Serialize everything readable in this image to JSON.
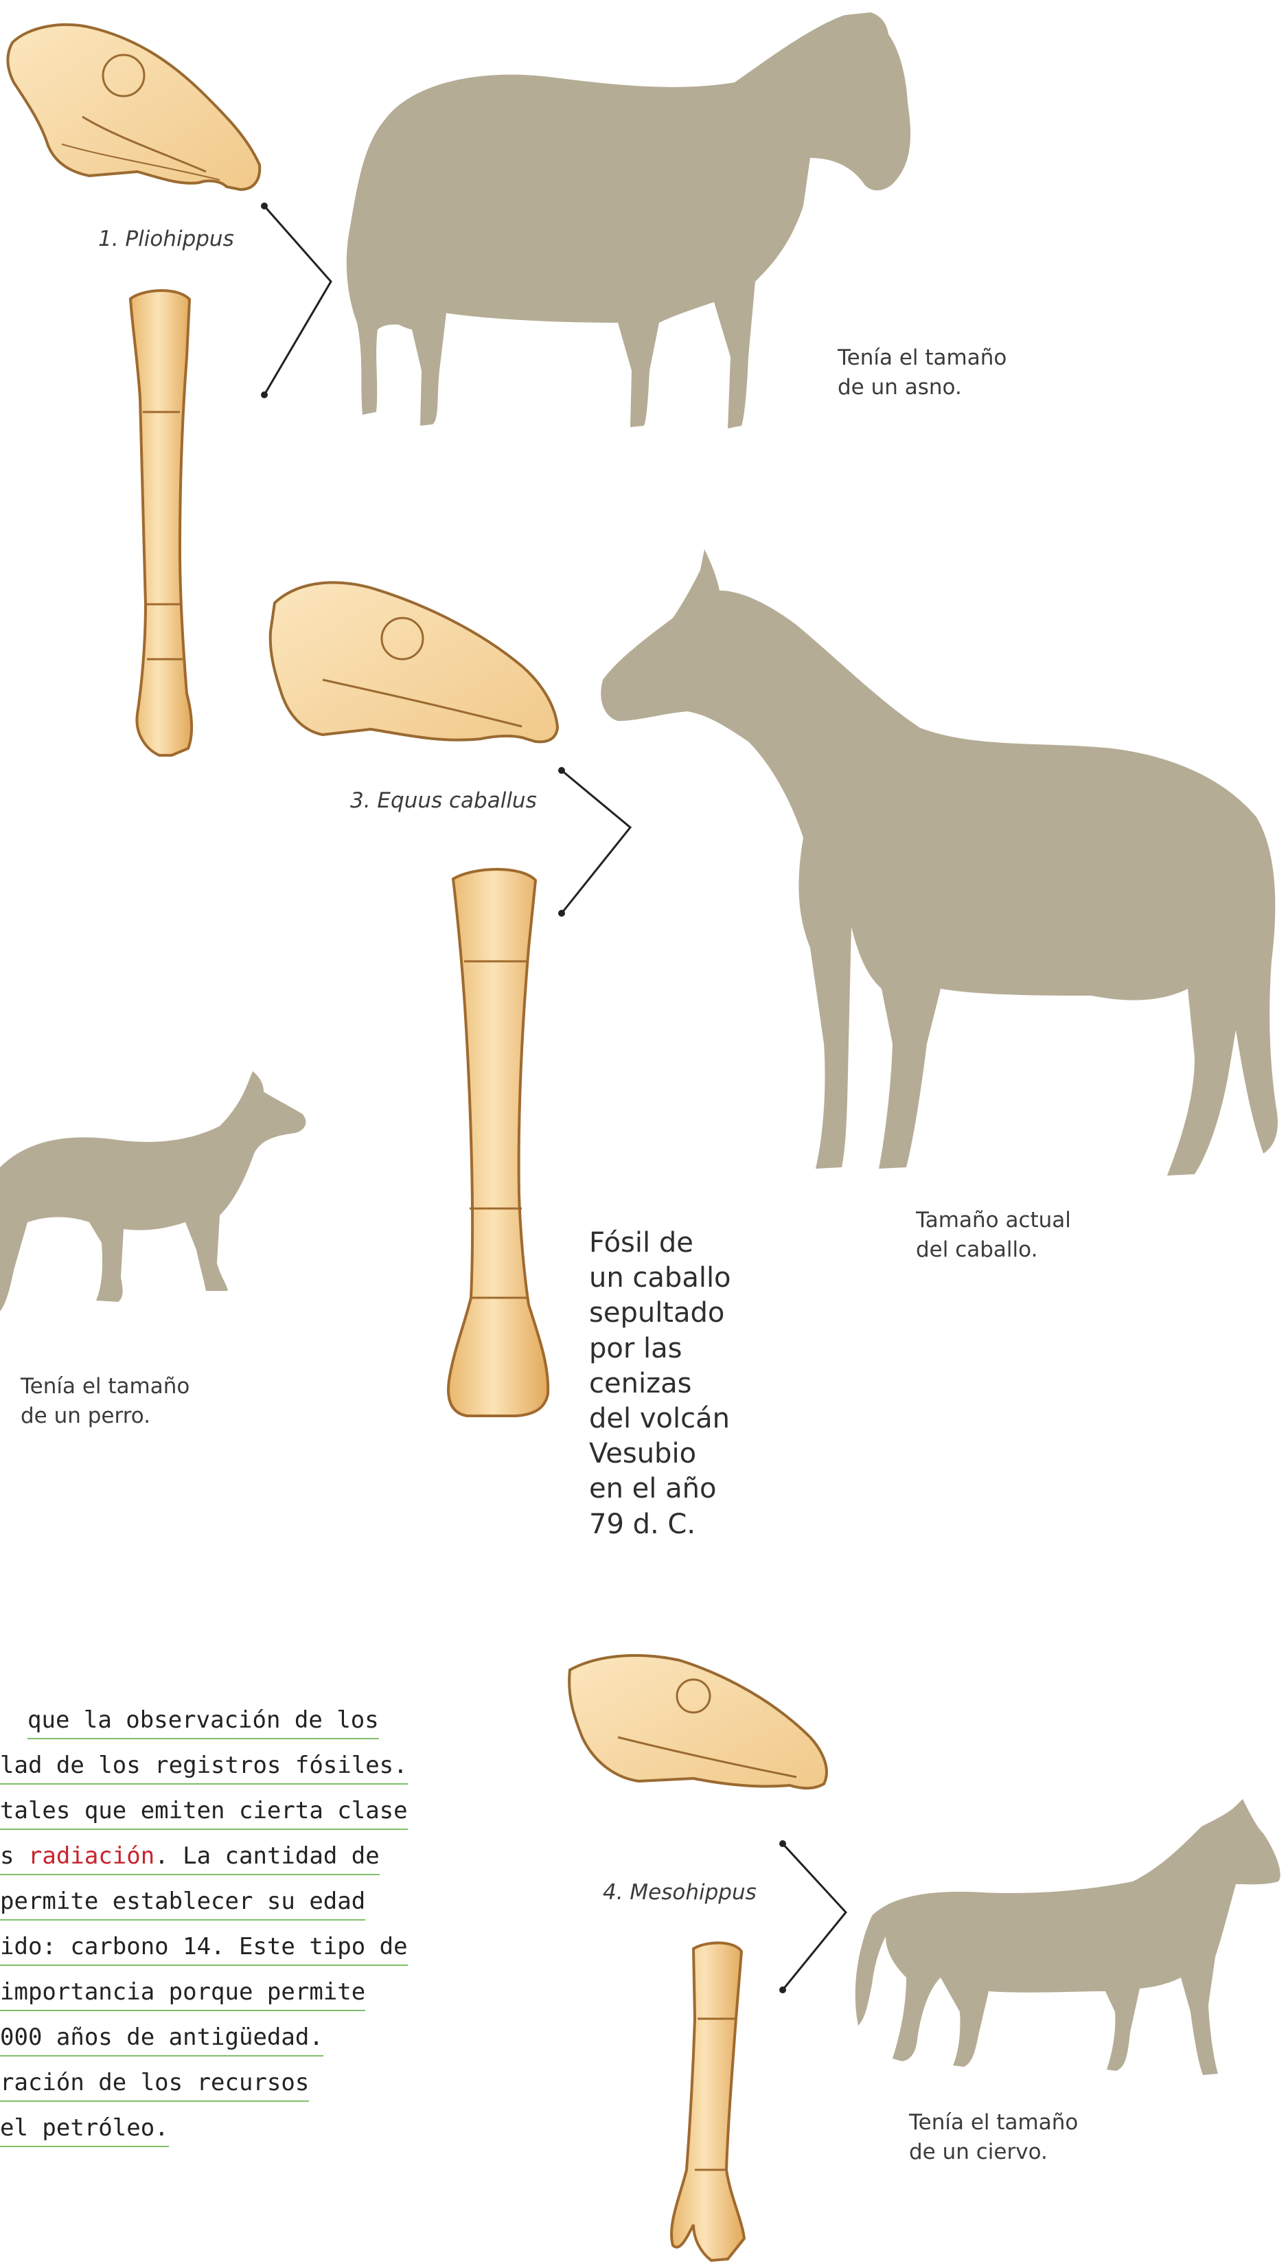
{
  "labels": {
    "pliohippus": "1. Pliohippus",
    "equus": "3. Equus caballus",
    "mesohippus": "4. Mesohippus"
  },
  "captions": {
    "asno_1": "Tenía el tamaño",
    "asno_2": "de un asno.",
    "actual_1": "Tamaño actual",
    "actual_2": "del caballo.",
    "perro_1": "Tenía el tamaño",
    "perro_2": "de un perro.",
    "ciervo_1": "Tenía el tamaño",
    "ciervo_2": "de un ciervo."
  },
  "fossil_note": [
    "Fósil de",
    "un caballo",
    "sepultado",
    "por las",
    "cenizas",
    "del volcán",
    "Vesubio",
    "en el año",
    "79 d. C."
  ],
  "body_text": {
    "l1": "que la observación de los",
    "l2": "lad de los registros fósiles.",
    "l3": "tales que emiten cierta clase",
    "l4a": "s ",
    "l4b": "radiación",
    "l4c": ". La cantidad de",
    "l5": " permite establecer su edad",
    "l6": "ido: carbono 14. Este tipo de",
    "l7": "importancia porque permite",
    "l8": "000 años de antigüedad.",
    "l9": "ración de los recursos",
    "l10": " el petróleo."
  },
  "colors": {
    "silhouette": "#b5ac95",
    "bone_fill": "#f6d9a3",
    "bone_stroke": "#a06a2e",
    "underline": "#7fbf6a",
    "highlight_red": "#c8232c"
  }
}
